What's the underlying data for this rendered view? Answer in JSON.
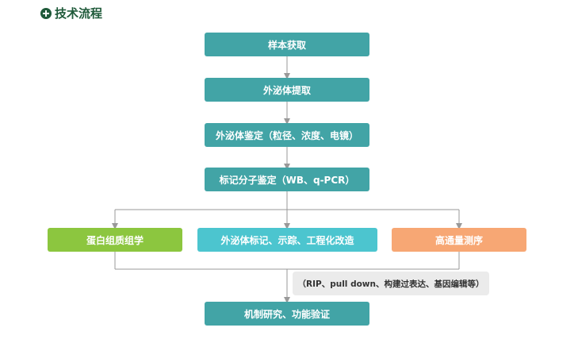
{
  "section": {
    "title": "技术流程",
    "icon": "plus-circle-icon"
  },
  "steps": [
    "样本获取",
    "外泌体提取",
    "外泌体鉴定（粒径、浓度、电镜）",
    "标记分子鉴定（WB、q-PCR）"
  ],
  "branches": [
    "蛋白组质组学",
    "外泌体标记、示踪、工程化改造",
    "高通量测序"
  ],
  "note": "（RIP、pull down、构建过表达、基因编辑等）",
  "final_step": "机制研究、功能验证",
  "colors": {
    "heading": "#1f5a3a",
    "step": "#42a4a6",
    "branch_1": "#8cc63f",
    "branch_2": "#4cc5cf",
    "branch_3": "#f7a774",
    "note_bg": "#ebebeb",
    "connector": "#999999"
  }
}
